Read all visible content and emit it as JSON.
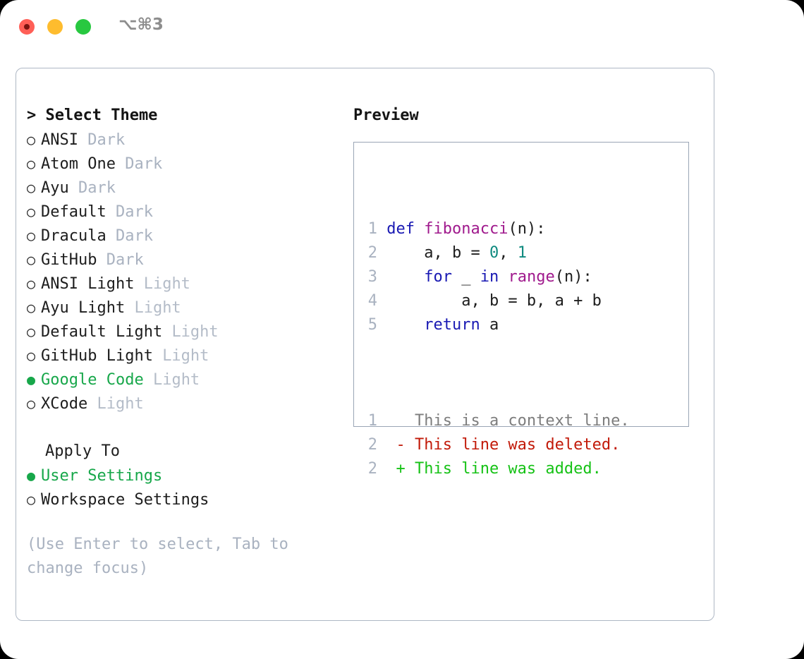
{
  "window": {
    "shortcut_label": "⌥⌘3",
    "traffic_lights": [
      "close",
      "minimize",
      "maximize"
    ],
    "colors": {
      "close": "#ff5f57",
      "minimize": "#febc2e",
      "maximize": "#28c840",
      "accent_green": "#17a74a",
      "muted": "#a9b2c0",
      "panel_border": "#aeb7c4",
      "preview_border": "#9aa5b5"
    }
  },
  "theme_section": {
    "heading": "> Select Theme",
    "bullet_unselected": "○",
    "bullet_selected": "●",
    "items": [
      {
        "name": "ANSI",
        "tag": "Dark",
        "selected": false
      },
      {
        "name": "Atom One",
        "tag": "Dark",
        "selected": false
      },
      {
        "name": "Ayu",
        "tag": "Dark",
        "selected": false
      },
      {
        "name": "Default",
        "tag": "Dark",
        "selected": false
      },
      {
        "name": "Dracula",
        "tag": "Dark",
        "selected": false
      },
      {
        "name": "GitHub",
        "tag": "Dark",
        "selected": false
      },
      {
        "name": "ANSI Light",
        "tag": "Light",
        "selected": false
      },
      {
        "name": "Ayu Light",
        "tag": "Light",
        "selected": false
      },
      {
        "name": "Default Light",
        "tag": "Light",
        "selected": false
      },
      {
        "name": "GitHub Light",
        "tag": "Light",
        "selected": false
      },
      {
        "name": "Google Code",
        "tag": "Light",
        "selected": true
      },
      {
        "name": "XCode",
        "tag": "Light",
        "selected": false
      }
    ]
  },
  "apply_section": {
    "heading": "Apply To",
    "items": [
      {
        "name": "User Settings",
        "selected": true
      },
      {
        "name": "Workspace Settings",
        "selected": false
      }
    ]
  },
  "hint": "(Use Enter to select, Tab to change focus)",
  "preview": {
    "title": "Preview",
    "code_lines": [
      {
        "number": "1",
        "tokens": [
          {
            "text": "def ",
            "style": "kw"
          },
          {
            "text": "fibonacci",
            "style": "fn"
          },
          {
            "text": "(n):",
            "style": "pl"
          }
        ]
      },
      {
        "number": "2",
        "tokens": [
          {
            "text": "    a, b = ",
            "style": "pl"
          },
          {
            "text": "0",
            "style": "num"
          },
          {
            "text": ", ",
            "style": "pl"
          },
          {
            "text": "1",
            "style": "num"
          }
        ]
      },
      {
        "number": "3",
        "tokens": [
          {
            "text": "    ",
            "style": "pl"
          },
          {
            "text": "for",
            "style": "kw"
          },
          {
            "text": " _ ",
            "style": "pl"
          },
          {
            "text": "in",
            "style": "kw"
          },
          {
            "text": " ",
            "style": "pl"
          },
          {
            "text": "range",
            "style": "fn"
          },
          {
            "text": "(n):",
            "style": "pl"
          }
        ]
      },
      {
        "number": "4",
        "tokens": [
          {
            "text": "        a, b = b, a + b",
            "style": "pl"
          }
        ]
      },
      {
        "number": "5",
        "tokens": [
          {
            "text": "    ",
            "style": "pl"
          },
          {
            "text": "return",
            "style": "kw"
          },
          {
            "text": " a",
            "style": "pl"
          }
        ]
      }
    ],
    "diff_lines": [
      {
        "number": "1",
        "marker": " ",
        "text": "This is a context line.",
        "kind": "context"
      },
      {
        "number": "2",
        "marker": "-",
        "text": "This line was deleted.",
        "kind": "deleted"
      },
      {
        "number": "2",
        "marker": "+",
        "text": "This line was added.",
        "kind": "added"
      }
    ]
  }
}
